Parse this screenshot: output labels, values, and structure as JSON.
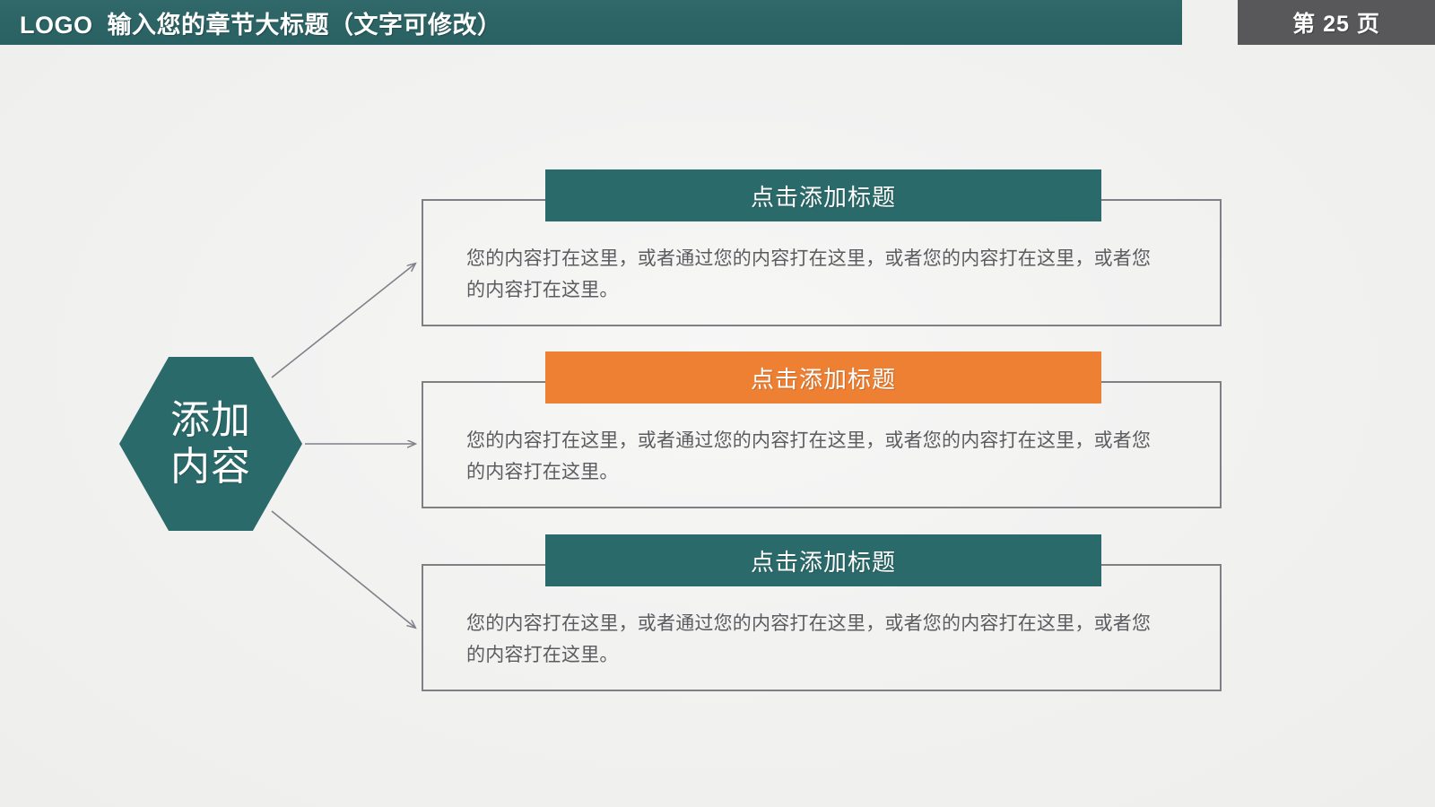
{
  "header": {
    "logo": "LOGO",
    "title": "输入您的章节大标题（文字可修改）",
    "page_badge": "第 25 页"
  },
  "colors": {
    "teal": "#2b6a6a",
    "orange": "#ee8033",
    "badge_gray": "#58585a",
    "border_gray": "#7f7f85",
    "background": "#f1f1f0",
    "body_text": "#5c5c60"
  },
  "hub": {
    "line1": "添加",
    "line2": "内容"
  },
  "cards": [
    {
      "title": "点击添加标题",
      "accent": "teal",
      "body": "您的内容打在这里，或者通过您的内容打在这里，或者您的内容打在这里，或者您的内容打在这里。"
    },
    {
      "title": "点击添加标题",
      "accent": "orange",
      "body": "您的内容打在这里，或者通过您的内容打在这里，或者您的内容打在这里，或者您的内容打在这里。"
    },
    {
      "title": "点击添加标题",
      "accent": "teal",
      "body": "您的内容打在这里，或者通过您的内容打在这里，或者您的内容打在这里，或者您的内容打在这里。"
    }
  ]
}
